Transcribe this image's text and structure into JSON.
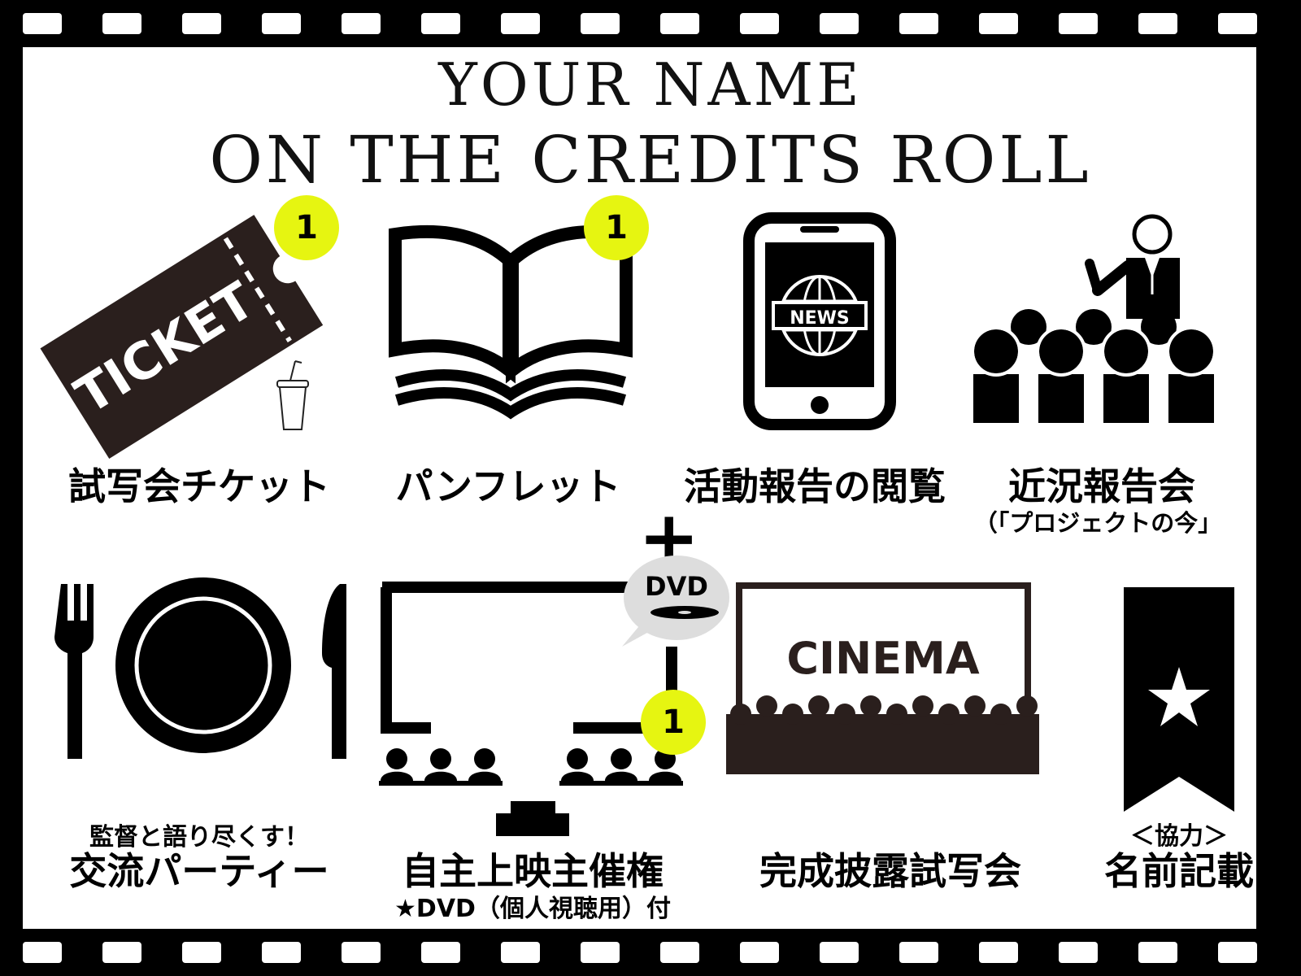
{
  "title": {
    "line1": "YOUR NAME",
    "line2": "ON THE CREDITS ROLL"
  },
  "badges": [
    "1",
    "1",
    "1"
  ],
  "plus": "+",
  "icon_text": {
    "ticket": "TICKET",
    "news": "NEWS",
    "dvd": "DVD",
    "cinema": "CINEMA"
  },
  "items": {
    "ticket": "試写会チケット",
    "pamphlet": "パンフレット",
    "activity_report": "活動報告の閲覧",
    "status_report": "近況報告会",
    "status_report_note": "（「プロジェクトの今」",
    "party_note": "監督と語り尽くす！",
    "party": "交流パーティー",
    "screening": "自主上映主催権",
    "screening_note": "★DVD（個人視聴用）付",
    "premiere": "完成披露試写会",
    "credit_note": "＜協力＞",
    "credit": "名前記載"
  },
  "icons": [
    "ticket-icon",
    "drink-cup-icon",
    "book-icon",
    "tablet-news-icon",
    "presenter-audience-icon",
    "plate-cutlery-icon",
    "screening-room-icon",
    "dvd-bubble-icon",
    "cinema-icon",
    "ribbon-star-icon"
  ],
  "colors": {
    "badge": "#e6f511",
    "ink": "#000000",
    "ticket": "#2a1f1d",
    "cinema": "#2a1f1d",
    "frame": "#ffffff"
  }
}
